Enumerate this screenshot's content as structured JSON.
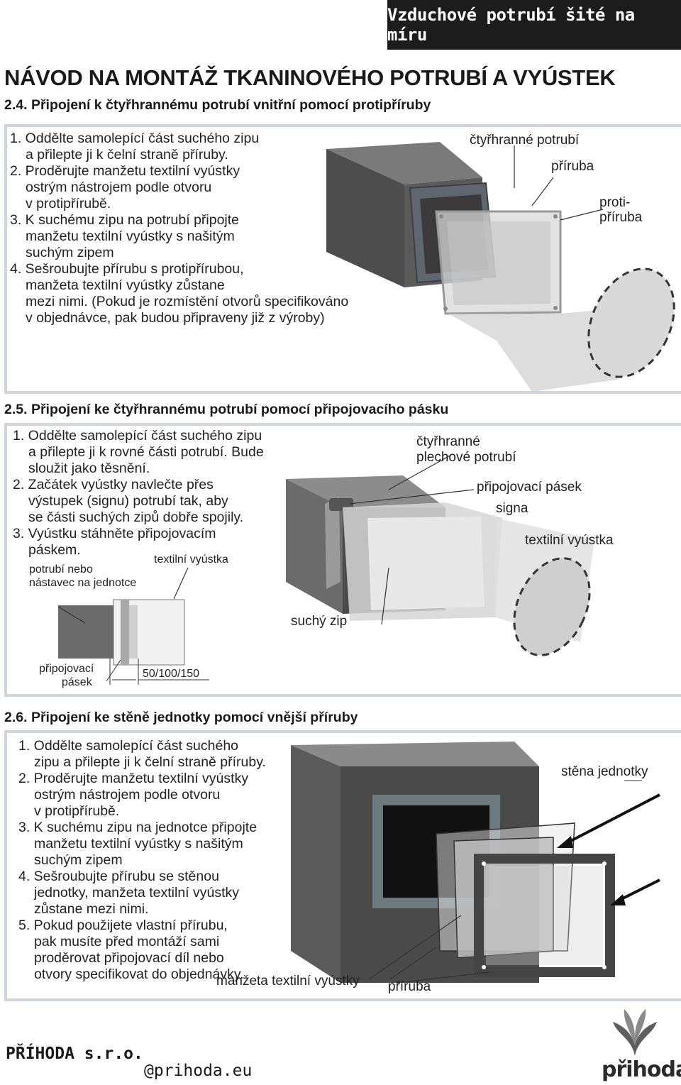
{
  "banner": "Vzduchové potrubí šité na míru",
  "title": "NÁVOD NA MONTÁŽ TKANINOVÉHO POTRUBÍ A VYÚSTEK",
  "sections": [
    {
      "heading": "2.4. Připojení k čtyřhrannému potrubí vnitřní pomocí protipříruby",
      "steps": [
        "1. Oddělte samolepící část suchého zipu",
        "a přilepte ji k čelní straně příruby.",
        "2. Proděrujte manžetu textilní vyústky",
        "ostrým nástrojem podle otvoru",
        "v protipřírubě.",
        "3. K suchému zipu na potrubí připojte",
        "manžetu textilní vyústky s našitým",
        "suchým zipem",
        "4. Sešroubujte přírubu s protipřírubou,",
        "manžeta textilní vyústky zůstane",
        "mezi nimi. (Pokud je rozmístění otvorů specifikováno",
        "v objednávce, pak budou připraveny již z výroby)"
      ],
      "labels": {
        "duct": "čtyřhranné potrubí",
        "flange": "příruba",
        "counter_flange_1": "proti-",
        "counter_flange_2": "příruba"
      }
    },
    {
      "heading": "2.5. Připojení ke čtyřhrannému potrubí pomocí připojovacího pásku",
      "steps": [
        "1. Oddělte samolepící část suchého zipu",
        "a přilepte ji k rovné části potrubí. Bude",
        "sloužit jako těsnění.",
        "2. Začátek vyústky navlečte přes",
        "výstupek (signu) potrubí tak, aby",
        "se části suchých zipů dobře spojily.",
        "3. Vyústku stáhněte připojovacím",
        "páskem."
      ],
      "labels": {
        "sheet_duct_1": "čtyřhranné",
        "sheet_duct_2": "plechové potrubí",
        "strap": "připojovací pásek",
        "signa": "signa",
        "textile_outlet": "textilní vyústka",
        "velcro": "suchý zip",
        "small_outlet": "textilní vyústka",
        "small_duct_1": "potrubí nebo",
        "small_duct_2": "nástavec na jednotce",
        "small_strap_1": "připojovací",
        "small_strap_2": "pásek",
        "dimension": "50/100/150"
      }
    },
    {
      "heading": "2.6. Připojení ke stěně jednotky pomocí vnější příruby",
      "steps": [
        "1. Oddělte samolepící část suchého",
        "zipu a přilepte ji k čelní straně příruby.",
        "2. Proděrujte manžetu textilní vyústky",
        "ostrým nástrojem podle otvoru",
        "v protipřírubě.",
        "3. K suchému zipu na jednotce připojte",
        "manžetu textilní vyústky s našitým",
        "suchým zipem",
        "4. Sešroubujte přírubu se stěnou",
        "jednotky, manžeta textilní vyústky",
        "zůstane mezi nimi.",
        "5. Pokud použijete vlastní přírubu,",
        "pak musíte před montáží sami",
        "proděrovat připojovací díl nebo",
        "otvory specifikovat do objednávky."
      ],
      "labels": {
        "unit_wall": "stěna jednotky",
        "cuff": "manžeta textilní vyústky",
        "flange": "příruba"
      }
    }
  ],
  "footer": {
    "company": "PŘÍHODA s.r.o.",
    "web": "@prihoda.eu",
    "logo": "přihoda."
  }
}
